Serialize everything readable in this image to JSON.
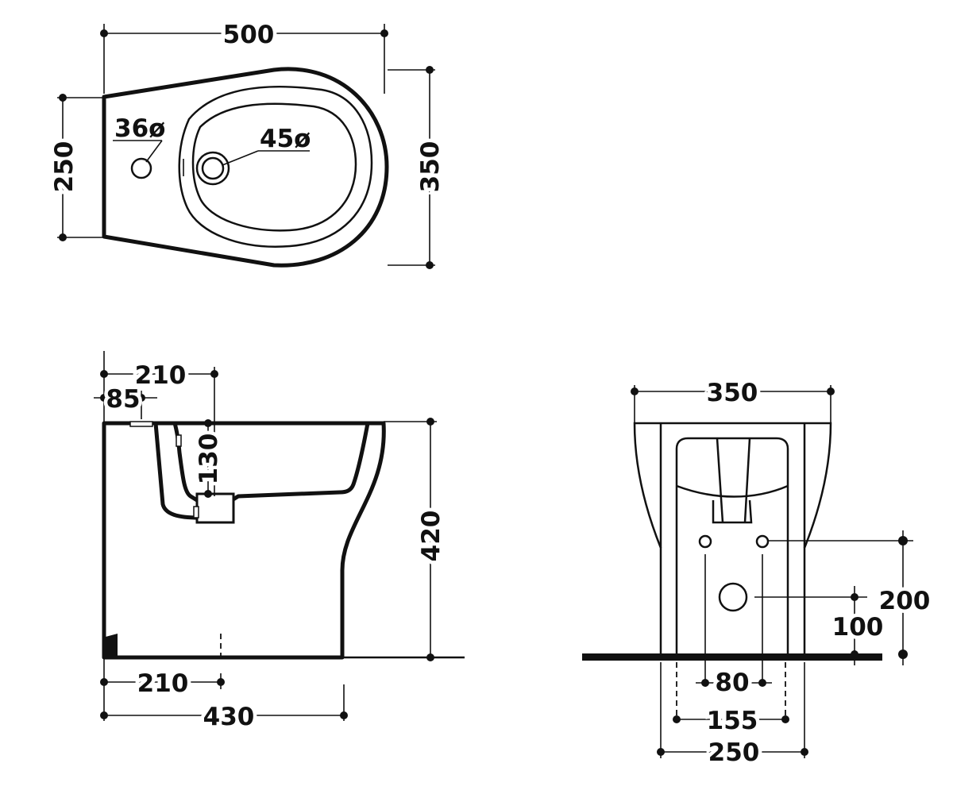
{
  "top_view": {
    "dims": {
      "length": "500",
      "rear_width": "250",
      "width": "350",
      "tap_hole": "36ø",
      "drain_hole": "45ø"
    }
  },
  "side_view": {
    "dims": {
      "tap_offset": "210",
      "tap_hole_offset": "85",
      "bowl_depth": "130",
      "height": "420",
      "fixing_offset": "210",
      "depth": "430"
    }
  },
  "back_view": {
    "dims": {
      "width": "350",
      "supply_height": "200",
      "drain_height": "100",
      "supply_spacing": "80",
      "inner_spacing": "155",
      "base_width": "250"
    }
  },
  "colors": {
    "line": "#111111",
    "background": "#ffffff"
  }
}
